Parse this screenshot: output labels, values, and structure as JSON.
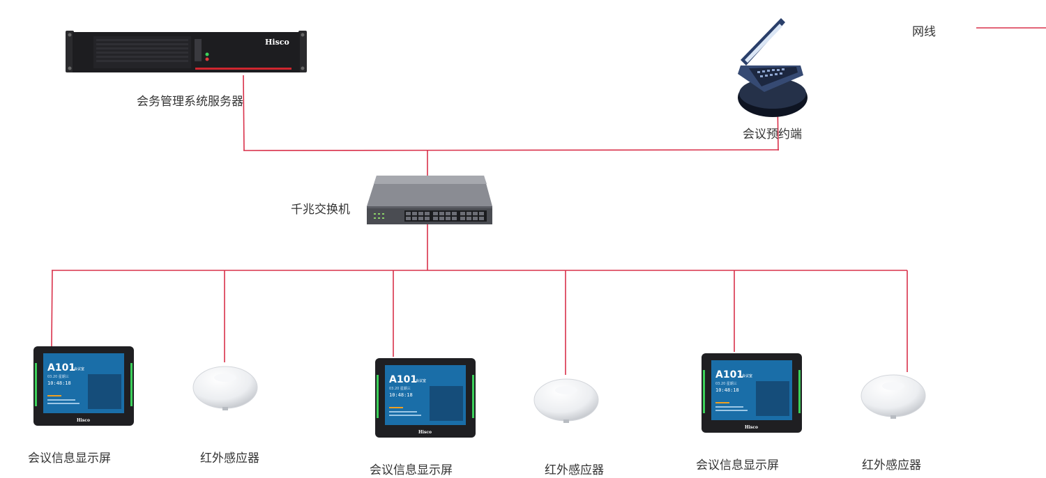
{
  "legend": {
    "label": "网线"
  },
  "colors": {
    "cable": "#d9304a",
    "device_dark": "#1f1f22",
    "screen_blue": "#1a6ea8"
  },
  "server": {
    "label": "会务管理系统服务器",
    "brand": "Hisco"
  },
  "booking_client": {
    "label": "会议预约端"
  },
  "switch": {
    "label": "千兆交换机"
  },
  "displays": [
    {
      "label": "会议信息显示屏",
      "room": "A101",
      "room_suffix": "会议室",
      "date": "03.20 星期三",
      "time": "10:48:18",
      "brand": "Hisco"
    },
    {
      "label": "会议信息显示屏",
      "room": "A101",
      "room_suffix": "会议室",
      "date": "03.20 星期三",
      "time": "10:48:18",
      "brand": "Hisco"
    },
    {
      "label": "会议信息显示屏",
      "room": "A101",
      "room_suffix": "会议室",
      "date": "03.20 星期三",
      "time": "10:48:18",
      "brand": "Hisco"
    }
  ],
  "sensors": [
    {
      "label": "红外感应器"
    },
    {
      "label": "红外感应器"
    },
    {
      "label": "红外感应器"
    }
  ]
}
